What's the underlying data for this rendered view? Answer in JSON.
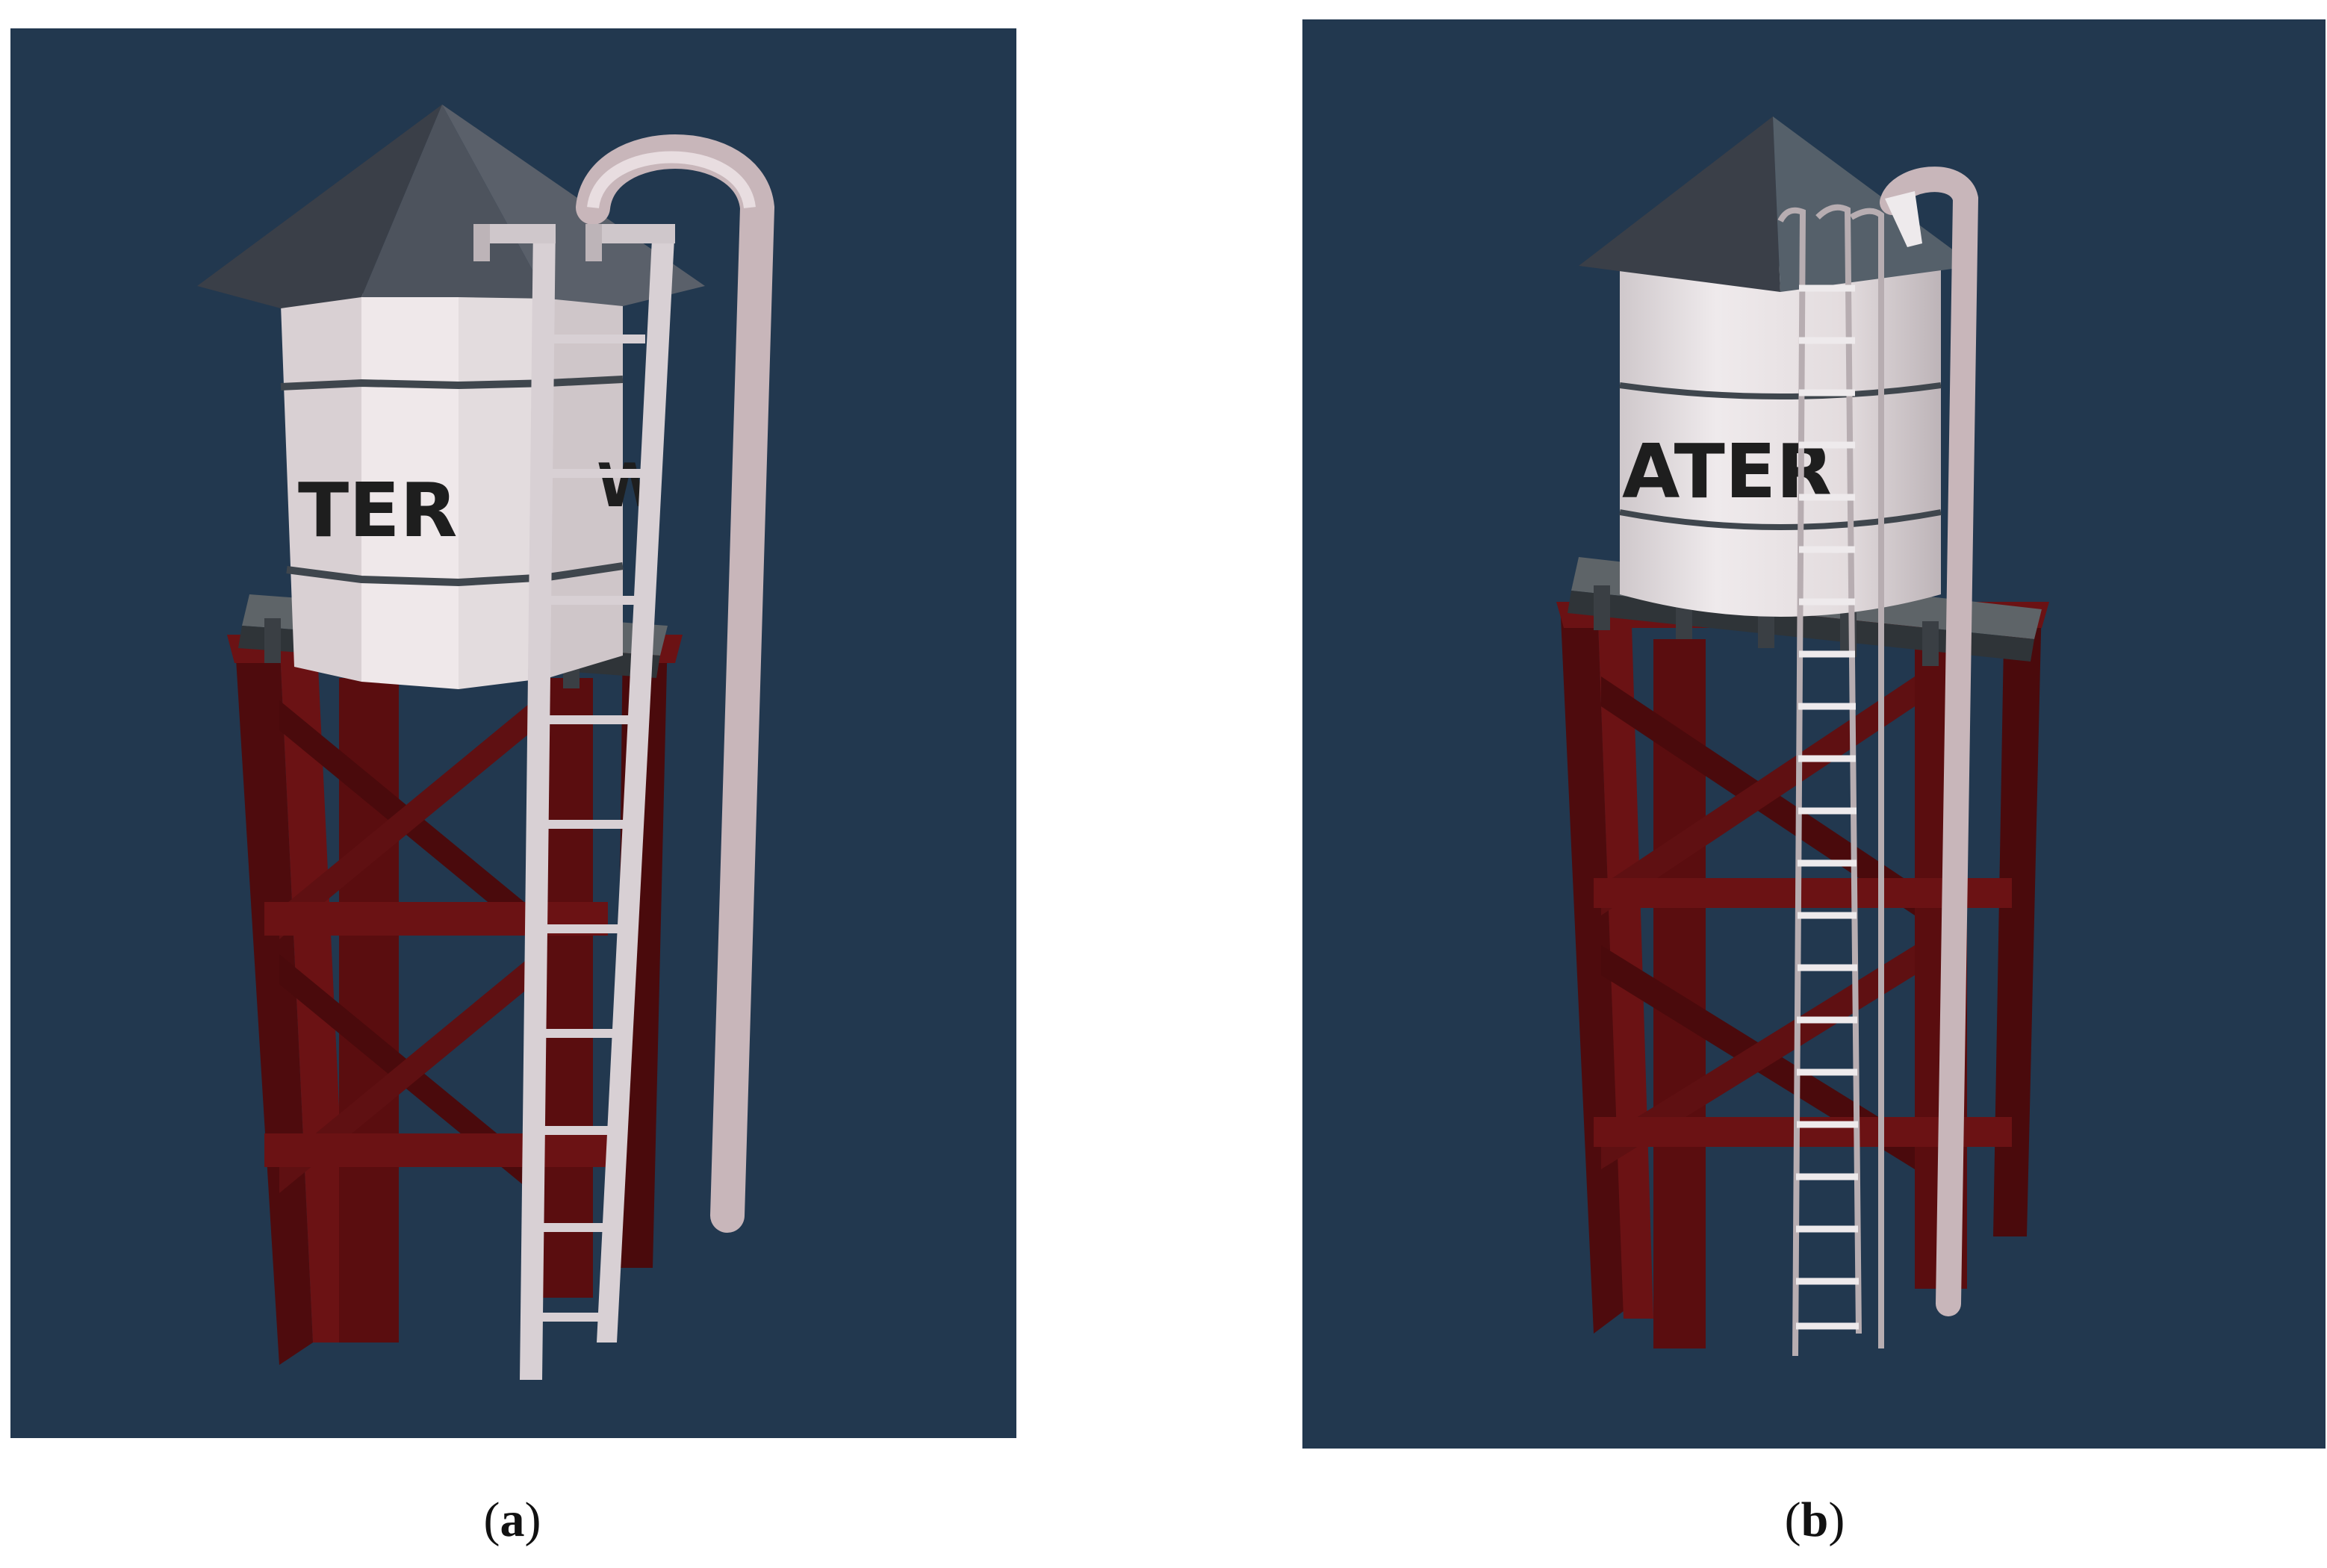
{
  "figure": {
    "panels": [
      {
        "id": "a",
        "caption_open": "(",
        "caption_letter": "a",
        "caption_close": ")",
        "tank_text": "TER",
        "tank_text_partial": "W"
      },
      {
        "id": "b",
        "caption_open": "(",
        "caption_letter": "b",
        "caption_close": ")",
        "tank_text": "ATER"
      }
    ],
    "colors": {
      "background": "#22384f",
      "tank": "#e3dcde",
      "roof": "#464c57",
      "tower": "#5a0d0f",
      "ladder": "#d8d0d4",
      "pipe": "#c8b6ba",
      "beams": "#5e6468"
    }
  }
}
